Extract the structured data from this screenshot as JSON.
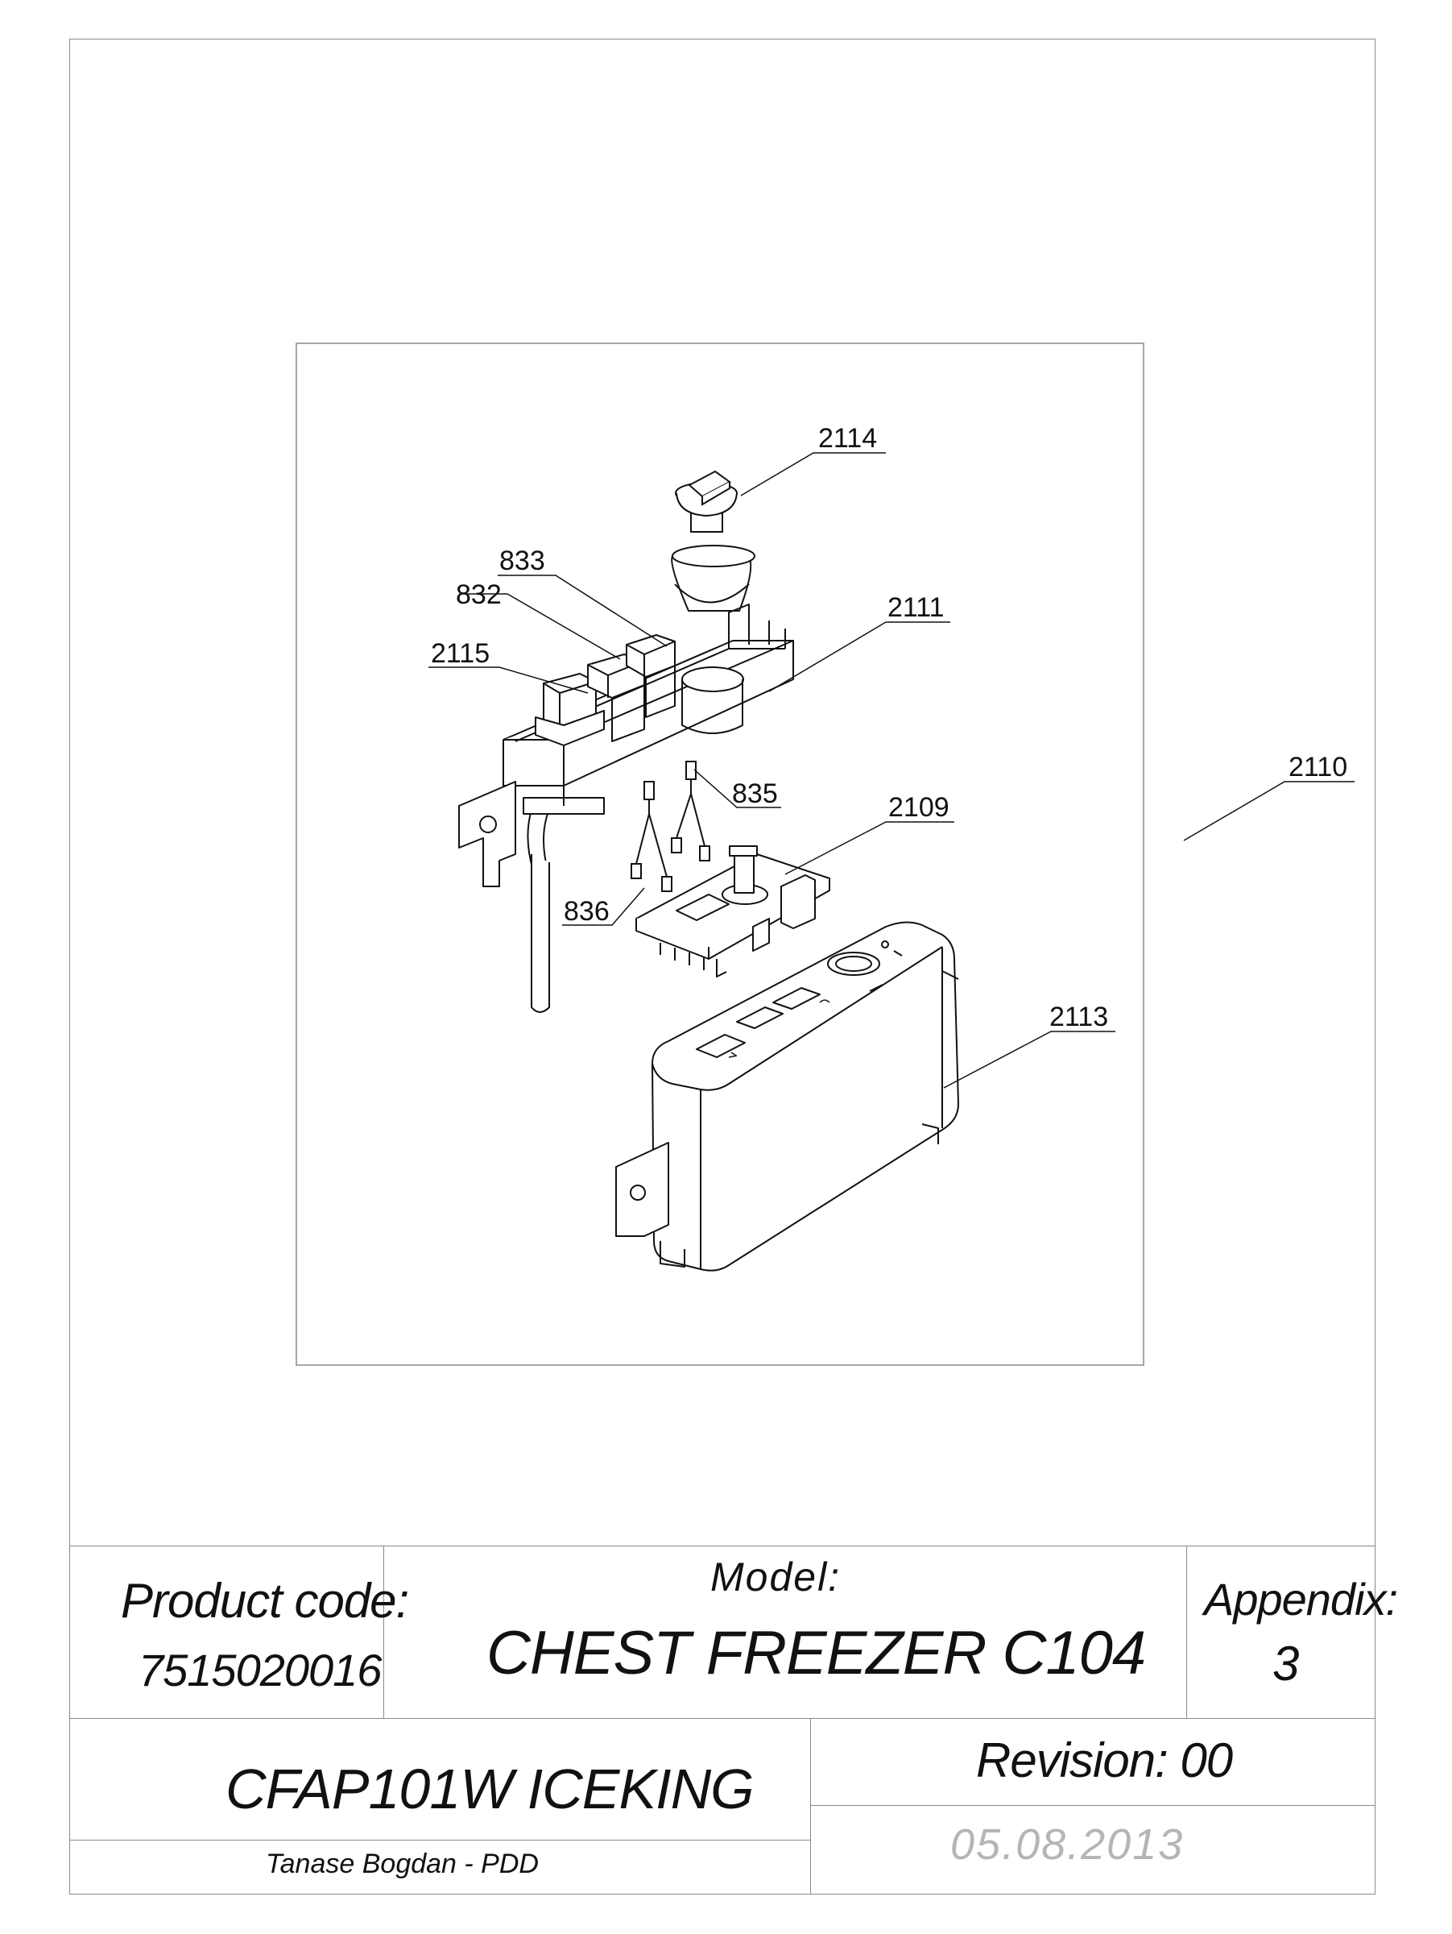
{
  "callouts": {
    "c2114": "2114",
    "c833": "833",
    "c832": "832",
    "c2111": "2111",
    "c2115": "2115",
    "c2110": "2110",
    "c835": "835",
    "c2109": "2109",
    "c836": "836",
    "c2113": "2113"
  },
  "title_block": {
    "product_code_label": "Product code:",
    "product_code": "7515020016",
    "model_label": "Model:",
    "model": "CHEST FREEZER C104",
    "appendix_label": "Appendix:",
    "appendix": "3",
    "product_name": "CFAP101W ICEKING",
    "revision": "Revision: 00",
    "author": "Tanase Bogdan - PDD",
    "date": "05.08.2013"
  },
  "colors": {
    "line": "#111111",
    "frame": "#8a8a8a",
    "date_text": "#b5b5b5"
  }
}
